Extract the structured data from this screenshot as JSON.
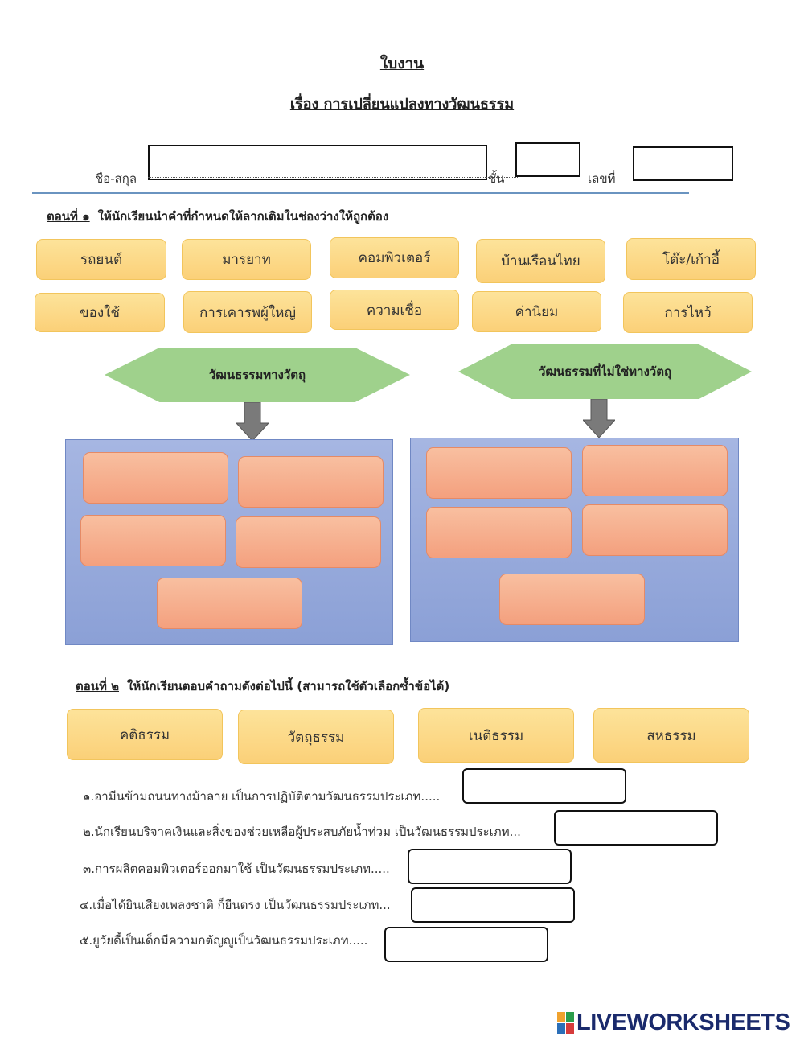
{
  "header": {
    "title": "ใบงาน",
    "subtitle": "เรื่อง การเปลี่ยนแปลงทางวัฒนธรรม",
    "name_label": "ชื่อ-สกุล",
    "class_label": "ชั้น",
    "number_label": "เลขที่"
  },
  "part1": {
    "label": "ตอนที่ ๑",
    "instruction": "ให้นักเรียนนำคำที่กำหนดให้ลากเติมในช่องว่างให้ถูกต้อง",
    "words": [
      "รถยนต์",
      "มารยาท",
      "คอมพิวเตอร์",
      "บ้านเรือนไทย",
      "โต๊ะ/เก้าอี้",
      "ของใช้",
      "การเคารพผู้ใหญ่",
      "ความเชื่อ",
      "ค่านิยม",
      "การไหว้"
    ],
    "categories": [
      "วัฒนธรรมทางวัตถุ",
      "วัฒนธรรมที่ไม่ใช่ทางวัตถุ"
    ]
  },
  "part2": {
    "label": "ตอนที่ ๒",
    "instruction": "ให้นักเรียนตอบคำถามดังต่อไปนี้ (สามารถใช้ตัวเลือกซ้ำข้อได้)",
    "choices": [
      "คติธรรม",
      "วัตถุธรรม",
      "เนติธรรม",
      "สหธรรม"
    ],
    "questions": [
      "๑.อามีนข้ามถนนทางม้าลาย เป็นการปฏิบัติตามวัฒนธรรมประเภท.....",
      "๒.นักเรียนบริจาคเงินและสิ่งของช่วยเหลือผู้ประสบภัยน้ำท่วม เป็นวัฒนธรรมประเภท...",
      "๓.การผลิตคอมพิวเตอร์ออกมาใช้ เป็นวัฒนธรรมประเภท.....",
      "๔.เมื่อได้ยินเสียงเพลงชาติ ก็ยืนตรง เป็นวัฒนธรรมประเภท...",
      "๕.ยูวัยดี้เป็นเด็กมีความกตัญญูเป็นวัฒนธรรมประเภท....."
    ]
  },
  "footer": {
    "logo": "LIVEWORKSHEETS"
  }
}
